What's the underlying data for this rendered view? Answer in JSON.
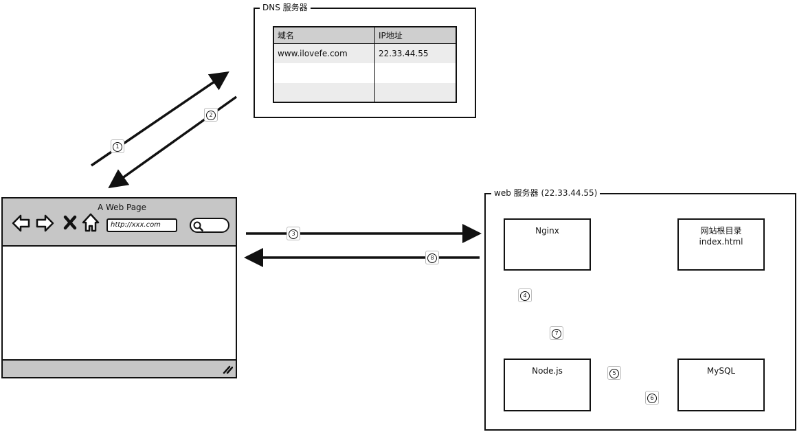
{
  "dns_server": {
    "title": "DNS 服务器",
    "headers": [
      "域名",
      "IP地址"
    ],
    "rows": [
      [
        "www.ilovefe.com",
        "22.33.44.55"
      ],
      [
        "",
        ""
      ],
      [
        "",
        ""
      ]
    ]
  },
  "browser": {
    "page_title": "A Web Page",
    "url": "http://xxx.com"
  },
  "web_server": {
    "title": "web 服务器  (22.33.44.55)",
    "nginx": "Nginx",
    "web_root_line1": "网站根目录",
    "web_root_line2": "index.html",
    "nodejs": "Node.js",
    "mysql": "MySQL"
  },
  "steps": {
    "s1": "1",
    "s2": "2",
    "s3": "3",
    "s4": "4",
    "s5": "5",
    "s6": "6",
    "s7": "7",
    "s8": "8"
  }
}
